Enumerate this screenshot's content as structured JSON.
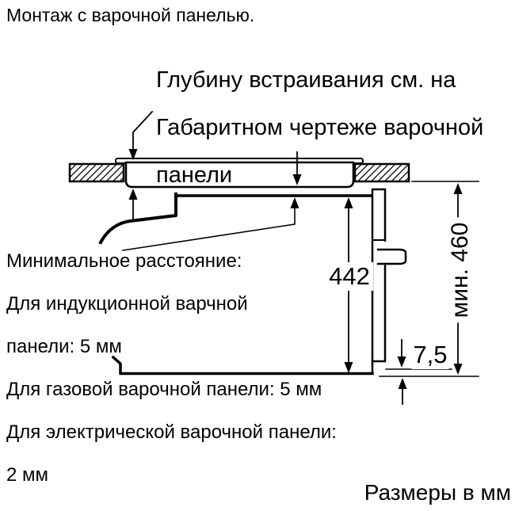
{
  "title": "Монтаж с варочной панелью.",
  "embed_depth_note": {
    "lines": [
      "Глубину встраивания см. на",
      "Габаритном чертеже варочной",
      "панели"
    ]
  },
  "min_distance_note": {
    "lines": [
      "Минимальное расстояние:",
      "Для индукционной варчной",
      "панели: 5 мм",
      "Для газовой варочной панели: 5 мм",
      "Для электрической варочной панели:",
      "2 мм"
    ]
  },
  "dimensions": {
    "oven_height_mm": "442",
    "min_niche_height": "мин. 460",
    "bottom_gap_mm": "7,5"
  },
  "footer_note": "Размеры в мм",
  "colors": {
    "ink": "#000000",
    "paper": "#ffffff"
  }
}
